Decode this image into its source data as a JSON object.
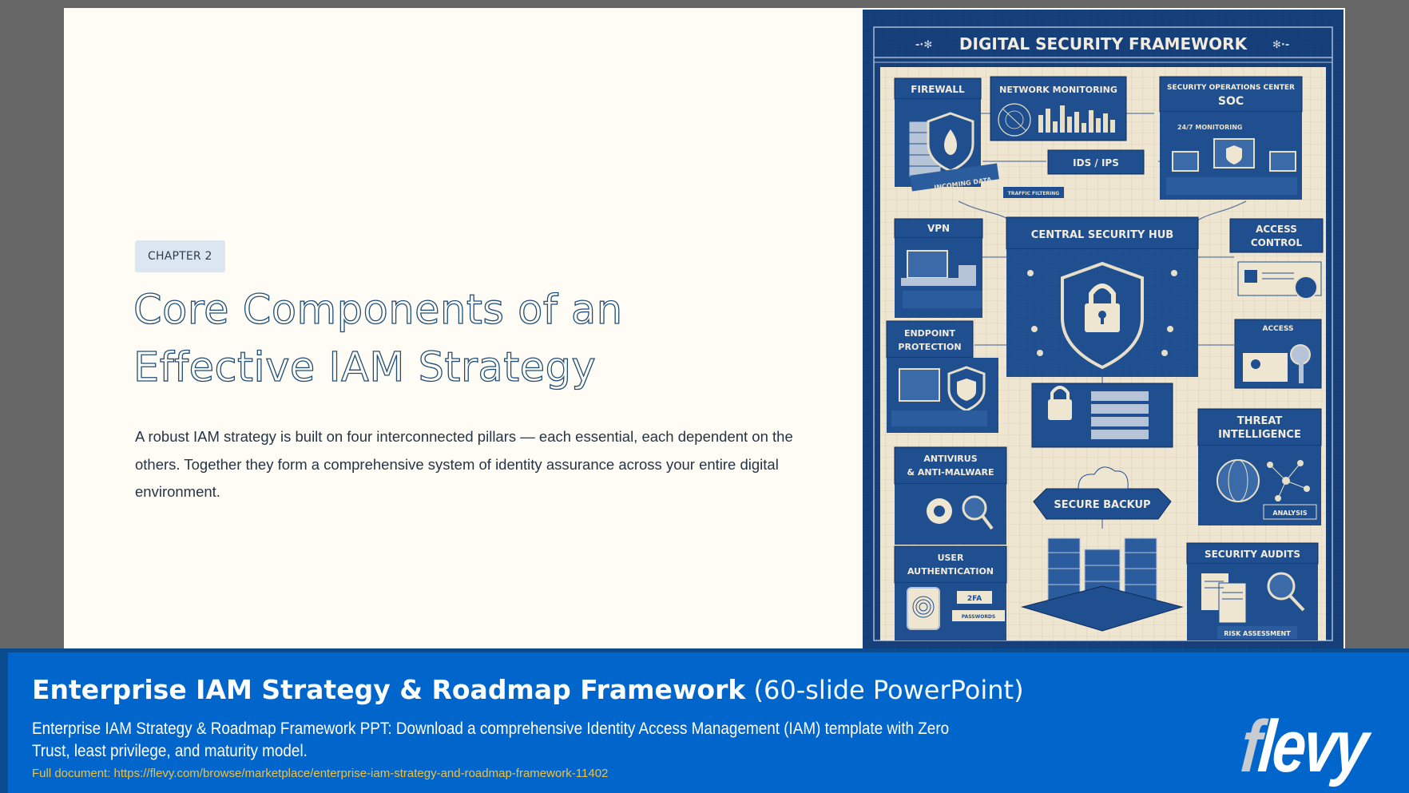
{
  "slide": {
    "chapter_label": "CHAPTER 2",
    "title_line1": "Core Components of an",
    "title_line2": "Effective IAM Strategy",
    "body": "A robust IAM strategy is built on four interconnected pillars — each essential, each dependent on the others. Together they form a comprehensive system of identity assurance across your entire digital environment."
  },
  "infographic": {
    "title": "DIGITAL SECURITY FRAMEWORK",
    "labels": {
      "firewall": "FIREWALL",
      "network_monitoring": "NETWORK MONITORING",
      "soc_title": "SECURITY OPERATIONS CENTER",
      "soc": "SOC",
      "monitoring_247": "24/7 MONITORING",
      "ids_ips": "IDS / IPS",
      "incoming_data": "INCOMING DATA",
      "traffic_filtering": "TRAFFIC FILTERING",
      "vpn": "VPN",
      "central_hub": "CENTRAL SECURITY HUB",
      "access_control_1": "ACCESS",
      "access_control_2": "CONTROL",
      "endpoint_1": "ENDPOINT",
      "endpoint_2": "PROTECTION",
      "access": "ACCESS",
      "threat_1": "THREAT",
      "threat_2": "INTELLIGENCE",
      "antivirus_1": "ANTIVIRUS",
      "antivirus_2": "& ANTI-MALWARE",
      "analysis": "ANALYSIS",
      "secure_backup": "SECURE BACKUP",
      "user_auth_1": "USER",
      "user_auth_2": "AUTHENTICATION",
      "two_fa": "2FA",
      "passwords": "PASSWORDS",
      "security_audits": "SECURITY AUDITS",
      "risk_assessment": "RISK ASSESSMENT"
    },
    "colors": {
      "navy": "#163f7a",
      "panel": "#1f4f8f",
      "paper": "#efe6d2",
      "ink": "#f3ecdc"
    }
  },
  "footer": {
    "title_bold": "Enterprise IAM Strategy & Roadmap Framework",
    "title_light": " (60-slide PowerPoint)",
    "description": "Enterprise IAM Strategy & Roadmap Framework PPT: Download a comprehensive Identity Access Management (IAM) template with Zero Trust, least privilege, and maturity model.",
    "link_text": "Full document: https://flevy.com/browse/marketplace/enterprise-iam-strategy-and-roadmap-framework-11402",
    "logo_f": "f",
    "logo_rest": "levy",
    "colors": {
      "band": "#0066cc",
      "band_border": "#0a4a8f",
      "link": "#f0c040"
    }
  }
}
